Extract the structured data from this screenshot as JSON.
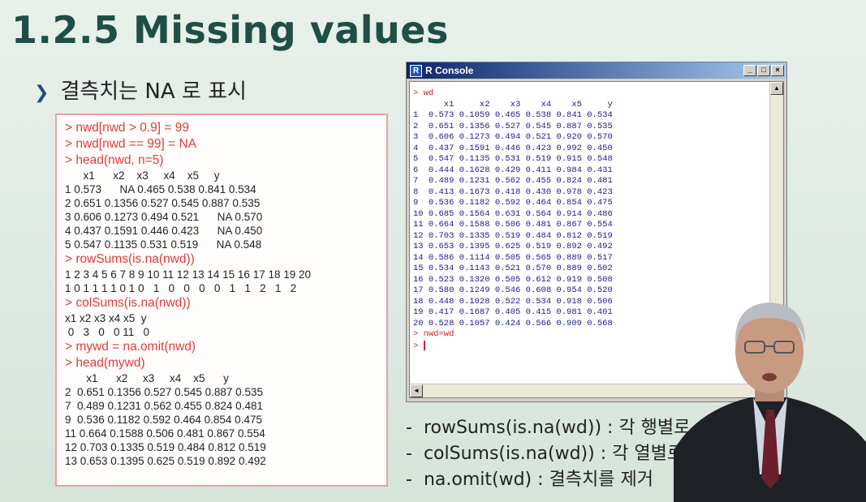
{
  "slide": {
    "title": "1.2.5 Missing values",
    "bullet": "결측치는 NA 로 표시"
  },
  "code_box": {
    "lines": [
      {
        "type": "cmd",
        "text": "> nwd[nwd > 0.9] = 99"
      },
      {
        "type": "cmd",
        "text": "> nwd[nwd == 99] = NA"
      },
      {
        "type": "cmd",
        "text": "> head(nwd, n=5)"
      },
      {
        "type": "out",
        "text": "      x1      x2    x3     x4    x5     y"
      },
      {
        "type": "out",
        "text": "1 0.573      NA 0.465 0.538 0.841 0.534"
      },
      {
        "type": "out",
        "text": "2 0.651 0.1356 0.527 0.545 0.887 0.535"
      },
      {
        "type": "out",
        "text": "3 0.606 0.1273 0.494 0.521      NA 0.570"
      },
      {
        "type": "out",
        "text": "4 0.437 0.1591 0.446 0.423      NA 0.450"
      },
      {
        "type": "out",
        "text": "5 0.547 0.1135 0.531 0.519      NA 0.548"
      },
      {
        "type": "cmd",
        "text": "> rowSums(is.na(nwd))"
      },
      {
        "type": "out",
        "text": "1 2 3 4 5 6 7 8 9 10 11 12 13 14 15 16 17 18 19 20"
      },
      {
        "type": "out",
        "text": "1 0 1 1 1 1 0 1 0   1   0   0   0   0   1   1   2   1   2"
      },
      {
        "type": "cmd",
        "text": "> colSums(is.na(nwd))"
      },
      {
        "type": "out",
        "text": "x1 x2 x3 x4 x5  y"
      },
      {
        "type": "out",
        "text": " 0   3   0   0 11   0"
      },
      {
        "type": "cmd",
        "text": "> mywd = na.omit(nwd)"
      },
      {
        "type": "cmd",
        "text": "> head(mywd)"
      },
      {
        "type": "out",
        "text": "       x1      x2     x3     x4    x5      y"
      },
      {
        "type": "out",
        "text": "2  0.651 0.1356 0.527 0.545 0.887 0.535"
      },
      {
        "type": "out",
        "text": "7  0.489 0.1231 0.562 0.455 0.824 0.481"
      },
      {
        "type": "out",
        "text": "9  0.536 0.1182 0.592 0.464 0.854 0.475"
      },
      {
        "type": "out",
        "text": "11 0.664 0.1588 0.506 0.481 0.867 0.554"
      },
      {
        "type": "out",
        "text": "12 0.703 0.1335 0.519 0.484 0.812 0.519"
      },
      {
        "type": "out",
        "text": "13 0.653 0.1395 0.625 0.519 0.892 0.492"
      }
    ]
  },
  "r_console": {
    "title": "R Console",
    "buttons": {
      "minimize": "_",
      "maximize": "□",
      "close": "×"
    },
    "lines": [
      {
        "type": "prompt",
        "text": "> wd"
      },
      {
        "type": "out",
        "text": "      x1     x2    x3    x4    x5     y"
      },
      {
        "type": "out",
        "text": "1  0.573 0.1059 0.465 0.538 0.841 0.534"
      },
      {
        "type": "out",
        "text": "2  0.651 0.1356 0.527 0.545 0.887 0.535"
      },
      {
        "type": "out",
        "text": "3  0.606 0.1273 0.494 0.521 0.920 0.570"
      },
      {
        "type": "out",
        "text": "4  0.437 0.1591 0.446 0.423 0.992 0.450"
      },
      {
        "type": "out",
        "text": "5  0.547 0.1135 0.531 0.519 0.915 0.548"
      },
      {
        "type": "out",
        "text": "6  0.444 0.1628 0.429 0.411 0.984 0.431"
      },
      {
        "type": "out",
        "text": "7  0.489 0.1231 0.562 0.455 0.824 0.481"
      },
      {
        "type": "out",
        "text": "8  0.413 0.1673 0.418 0.430 0.978 0.423"
      },
      {
        "type": "out",
        "text": "9  0.536 0.1182 0.592 0.464 0.854 0.475"
      },
      {
        "type": "out",
        "text": "10 0.685 0.1564 0.631 0.564 0.914 0.486"
      },
      {
        "type": "out",
        "text": "11 0.664 0.1588 0.506 0.481 0.867 0.554"
      },
      {
        "type": "out",
        "text": "12 0.703 0.1335 0.519 0.484 0.812 0.519"
      },
      {
        "type": "out",
        "text": "13 0.653 0.1395 0.625 0.519 0.892 0.492"
      },
      {
        "type": "out",
        "text": "14 0.586 0.1114 0.505 0.565 0.889 0.517"
      },
      {
        "type": "out",
        "text": "15 0.534 0.1143 0.521 0.570 0.889 0.502"
      },
      {
        "type": "out",
        "text": "16 0.523 0.1320 0.505 0.612 0.919 0.508"
      },
      {
        "type": "out",
        "text": "17 0.580 0.1249 0.546 0.608 0.954 0.520"
      },
      {
        "type": "out",
        "text": "18 0.448 0.1028 0.522 0.534 0.918 0.506"
      },
      {
        "type": "out",
        "text": "19 0.417 0.1687 0.405 0.415 0.981 0.401"
      },
      {
        "type": "out",
        "text": "20 0.528 0.1057 0.424 0.566 0.909 0.568"
      },
      {
        "type": "prompt",
        "text": "> nwd=wd"
      }
    ],
    "input_prompt": ">"
  },
  "notes": [
    "rowSums(is.na(wd)) : 각 행별로",
    "colSums(is.na(wd)) : 각 열별로 ",
    "na.omit(wd) : 결측치를 제거"
  ],
  "colors": {
    "title": "#1f4e46",
    "cmd": "#e23a3a",
    "console_text": "#1a1a8c",
    "console_prompt": "#d02020",
    "code_border": "#e9a0a0"
  }
}
